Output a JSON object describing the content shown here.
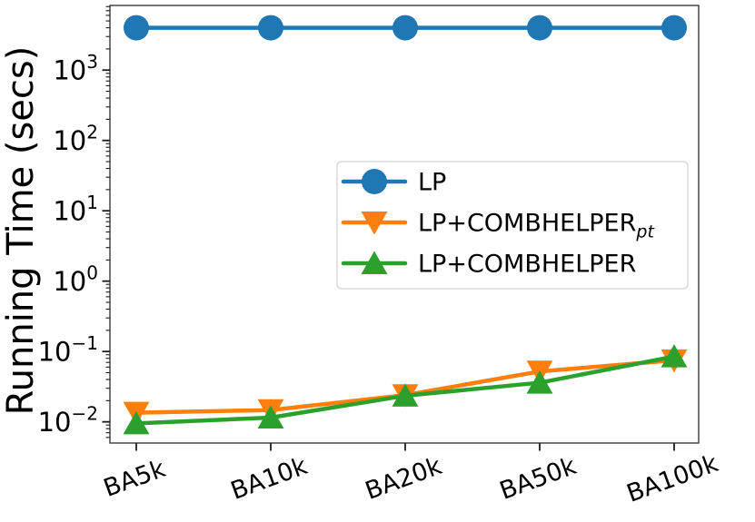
{
  "chart_data": {
    "type": "line",
    "title": "",
    "xlabel": "",
    "ylabel": "Running Time (secs)",
    "yscale": "log",
    "ylim": [
      0.005,
      8300
    ],
    "grid": false,
    "background": "#ffffff",
    "spine_color": "#3a3a3a",
    "tick_color": "#1a1a1a",
    "categories": [
      "BA5k",
      "BA10k",
      "BA20k",
      "BA50k",
      "BA100k"
    ],
    "y_tick_values": [
      1000,
      100,
      10,
      1,
      0.1,
      0.01
    ],
    "series": [
      {
        "name": "LP",
        "name_subscript": "",
        "marker": "circle",
        "color": "#1f77b4",
        "values": [
          4000,
          4000,
          4000,
          4000,
          4000
        ]
      },
      {
        "name": "LP+COMBHELPER",
        "name_subscript": "pt",
        "marker": "triangle-down",
        "color": "#ff7f0e",
        "values": [
          0.0135,
          0.0147,
          0.024,
          0.052,
          0.075
        ]
      },
      {
        "name": "LP+COMBHELPER",
        "name_subscript": "",
        "marker": "triangle-up",
        "color": "#2ca02c",
        "values": [
          0.0095,
          0.0115,
          0.0235,
          0.036,
          0.085
        ]
      }
    ],
    "legend": {
      "position": "center-right",
      "background": "#ffffff",
      "border_color": "#d9d9d9"
    }
  }
}
